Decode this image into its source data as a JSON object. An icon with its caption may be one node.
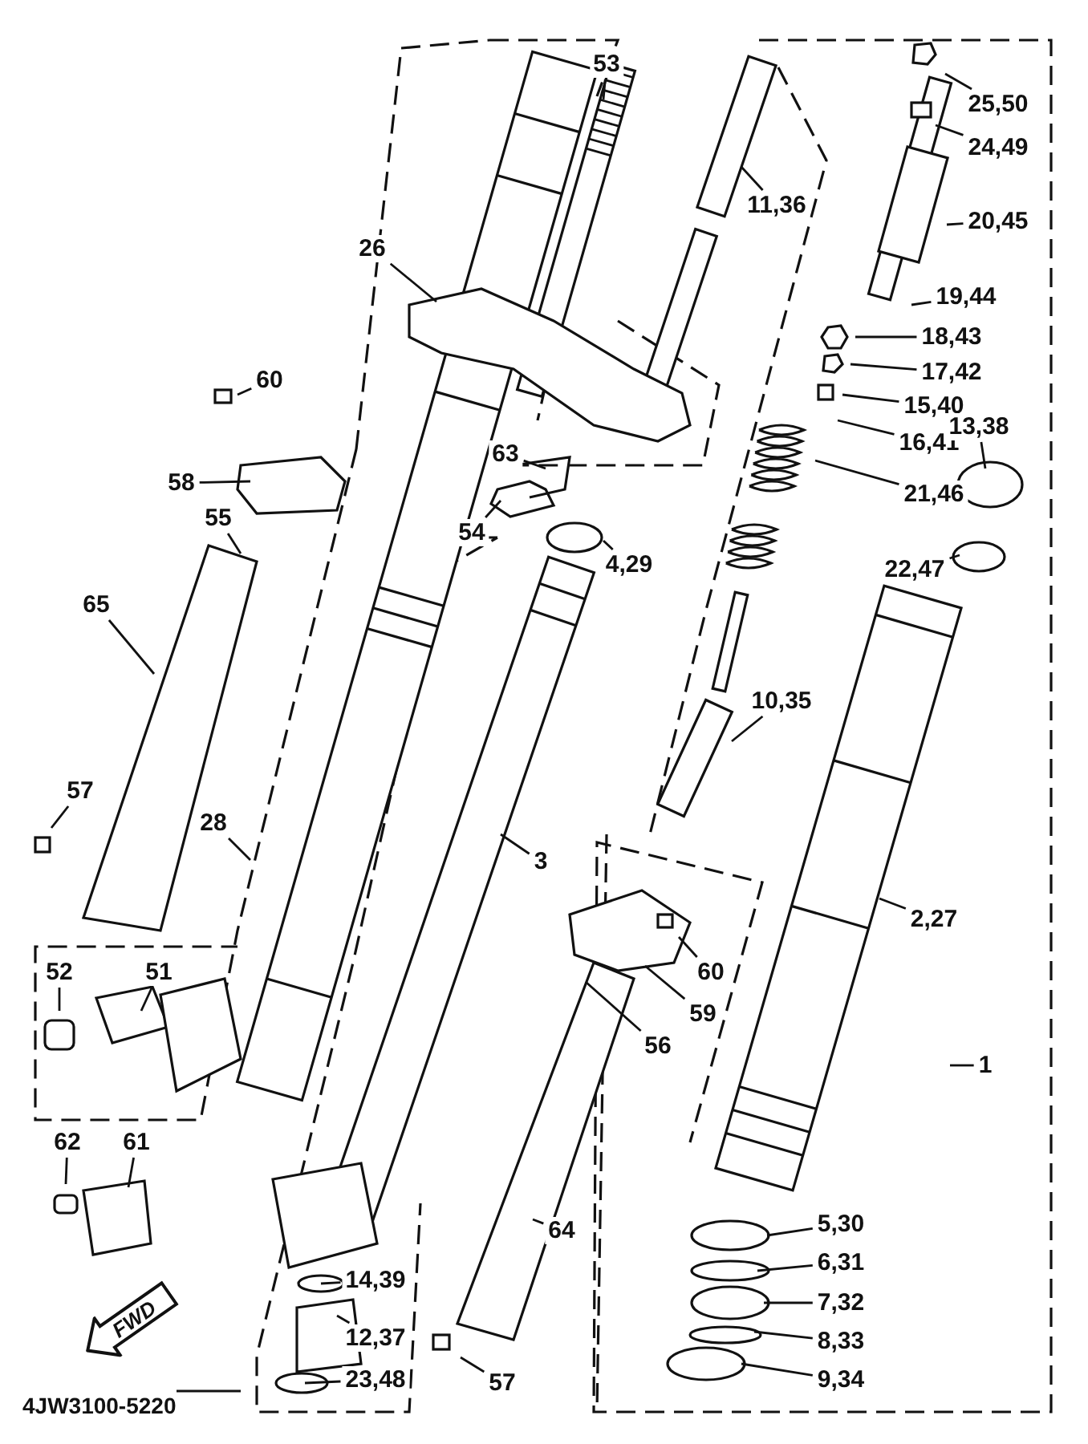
{
  "diagram": {
    "nodes": [
      {
        "text": [
          "53"
        ]
      },
      {
        "text": [
          "25,50"
        ]
      },
      {
        "text": [
          "24,49"
        ]
      },
      {
        "text": [
          "11,36"
        ]
      },
      {
        "text": [
          "20,45"
        ]
      },
      {
        "text": [
          "26"
        ]
      },
      {
        "text": [
          "19,44"
        ]
      },
      {
        "text": [
          "18,43"
        ]
      },
      {
        "text": [
          "17,42"
        ]
      },
      {
        "text": [
          "60"
        ]
      },
      {
        "text": [
          "15,40"
        ]
      },
      {
        "text": [
          "16,41"
        ]
      },
      {
        "text": [
          "13,38"
        ]
      },
      {
        "text": [
          "63"
        ]
      },
      {
        "text": [
          "58"
        ]
      },
      {
        "text": [
          "21,46"
        ]
      },
      {
        "text": [
          "55"
        ]
      },
      {
        "text": [
          "54"
        ]
      },
      {
        "text": [
          "4,29"
        ]
      },
      {
        "text": [
          "22,47"
        ]
      },
      {
        "text": [
          "65"
        ]
      },
      {
        "text": [
          "10,35"
        ]
      },
      {
        "text": [
          "57"
        ]
      },
      {
        "text": [
          "28"
        ]
      },
      {
        "text": [
          "3"
        ]
      },
      {
        "text": [
          "2,27"
        ]
      },
      {
        "text": [
          "52"
        ]
      },
      {
        "text": [
          "51"
        ]
      },
      {
        "text": [
          "60"
        ]
      },
      {
        "text": [
          "59"
        ]
      },
      {
        "text": [
          "56"
        ]
      },
      {
        "text": [
          "1"
        ]
      },
      {
        "text": [
          "62"
        ]
      },
      {
        "text": [
          "61"
        ]
      },
      {
        "text": [
          "5,30"
        ]
      },
      {
        "text": [
          "64"
        ]
      },
      {
        "text": [
          "6,31"
        ]
      },
      {
        "text": [
          "14,39"
        ]
      },
      {
        "text": [
          "7,32"
        ]
      },
      {
        "text": [
          "12,37"
        ]
      },
      {
        "text": [
          "8,33"
        ]
      },
      {
        "text": [
          "23,48"
        ]
      },
      {
        "text": [
          "9,34"
        ]
      },
      {
        "text": [
          "57"
        ]
      },
      {
        "text": [
          "FWD"
        ]
      }
    ],
    "edges": [
      {
        "from": 0,
        "to": null,
        "arrow": "none"
      },
      {
        "from": 1,
        "to": null,
        "arrow": "none"
      },
      {
        "from": 2,
        "to": null,
        "arrow": "none"
      },
      {
        "from": 3,
        "to": null,
        "arrow": "none"
      },
      {
        "from": 4,
        "to": null,
        "arrow": "none"
      },
      {
        "from": 5,
        "to": null,
        "arrow": "none"
      },
      {
        "from": 6,
        "to": null,
        "arrow": "none"
      },
      {
        "from": 7,
        "to": null,
        "arrow": "none"
      },
      {
        "from": 8,
        "to": null,
        "arrow": "none"
      },
      {
        "from": 9,
        "to": null,
        "arrow": "none"
      },
      {
        "from": 10,
        "to": null,
        "arrow": "none"
      },
      {
        "from": 11,
        "to": null,
        "arrow": "none"
      },
      {
        "from": 12,
        "to": null,
        "arrow": "none"
      },
      {
        "from": 13,
        "to": null,
        "arrow": "none"
      },
      {
        "from": 14,
        "to": null,
        "arrow": "none"
      },
      {
        "from": 15,
        "to": null,
        "arrow": "none"
      },
      {
        "from": 16,
        "to": null,
        "arrow": "none"
      },
      {
        "from": 17,
        "to": null,
        "arrow": "none"
      },
      {
        "from": 18,
        "to": null,
        "arrow": "none"
      },
      {
        "from": 19,
        "to": null,
        "arrow": "none"
      },
      {
        "from": 20,
        "to": null,
        "arrow": "none"
      },
      {
        "from": 21,
        "to": null,
        "arrow": "none"
      },
      {
        "from": 22,
        "to": null,
        "arrow": "none"
      },
      {
        "from": 23,
        "to": null,
        "arrow": "none"
      },
      {
        "from": 24,
        "to": null,
        "arrow": "none"
      },
      {
        "from": 25,
        "to": null,
        "arrow": "none"
      },
      {
        "from": 26,
        "to": null,
        "arrow": "none"
      },
      {
        "from": 27,
        "to": null,
        "arrow": "none"
      },
      {
        "from": 28,
        "to": null,
        "arrow": "none"
      },
      {
        "from": 29,
        "to": null,
        "arrow": "none"
      },
      {
        "from": 30,
        "to": null,
        "arrow": "none"
      },
      {
        "from": 31,
        "to": null,
        "arrow": "none"
      },
      {
        "from": 32,
        "to": null,
        "arrow": "none"
      },
      {
        "from": 33,
        "to": null,
        "arrow": "none"
      },
      {
        "from": 34,
        "to": null,
        "arrow": "none"
      },
      {
        "from": 35,
        "to": null,
        "arrow": "none"
      },
      {
        "from": 36,
        "to": null,
        "arrow": "none"
      },
      {
        "from": 37,
        "to": null,
        "arrow": "none"
      },
      {
        "from": 38,
        "to": null,
        "arrow": "none"
      },
      {
        "from": 39,
        "to": null,
        "arrow": "none"
      },
      {
        "from": 40,
        "to": null,
        "arrow": "none"
      },
      {
        "from": 41,
        "to": null,
        "arrow": "none"
      },
      {
        "from": 42,
        "to": null,
        "arrow": "none"
      },
      {
        "from": 43,
        "to": null,
        "arrow": "none"
      }
    ],
    "labels": [
      "4JW3100-5220"
    ]
  }
}
